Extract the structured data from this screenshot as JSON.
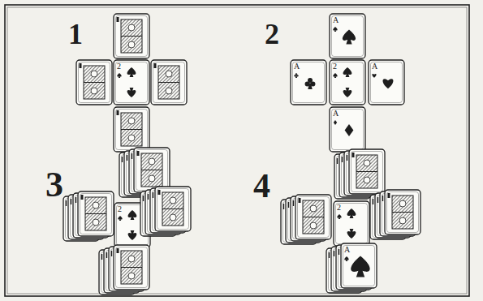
{
  "diagram": {
    "labels": [
      "1",
      "2",
      "2",
      "A",
      "A",
      "2",
      "A",
      "A",
      "3",
      "2",
      "4",
      "2",
      "A"
    ]
  }
}
